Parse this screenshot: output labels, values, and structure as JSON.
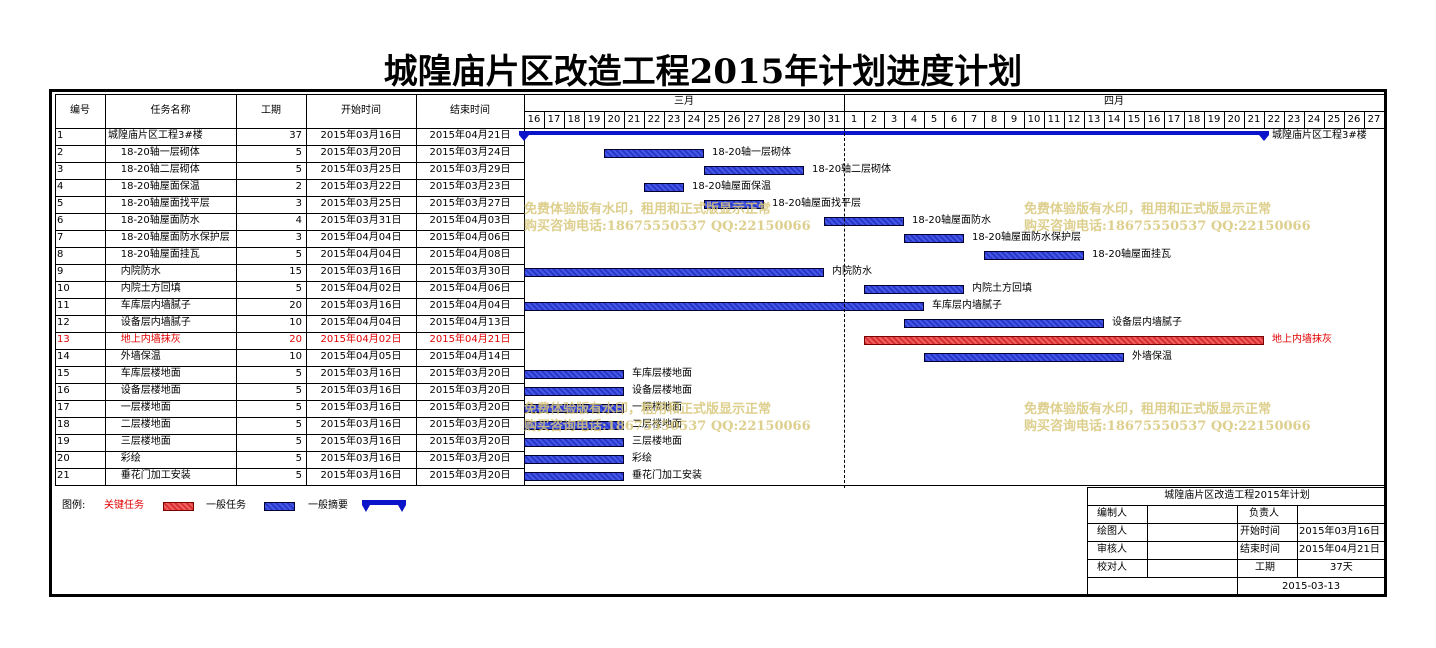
{
  "title": "城隍庙片区改造工程2015年计划",
  "title_suffix": "进度计划",
  "headers": {
    "no": "编号",
    "task": "任务名称",
    "dur": "工期",
    "start": "开始时间",
    "end": "结束时间"
  },
  "months": [
    "三月",
    "四月"
  ],
  "days": [
    "16",
    "17",
    "18",
    "19",
    "20",
    "21",
    "22",
    "23",
    "24",
    "25",
    "26",
    "27",
    "28",
    "29",
    "30",
    "31",
    "1",
    "2",
    "3",
    "4",
    "5",
    "6",
    "7",
    "8",
    "9",
    "10",
    "11",
    "12",
    "13",
    "14",
    "15",
    "16",
    "17",
    "18",
    "19",
    "20",
    "21",
    "22",
    "23",
    "24",
    "25",
    "26",
    "27"
  ],
  "tasks": [
    {
      "no": "1",
      "name": "城隍庙片区工程3#楼",
      "dur": "37",
      "start": "2015年03月16日",
      "end": "2015年04月21日",
      "s": 0,
      "d": 37,
      "type": "summary",
      "label": "城隍庙片区工程3#楼"
    },
    {
      "no": "2",
      "name": "  18-20轴一层砌体",
      "dur": "5",
      "start": "2015年03月20日",
      "end": "2015年03月24日",
      "s": 4,
      "d": 5,
      "type": "normal",
      "label": "18-20轴一层砌体"
    },
    {
      "no": "3",
      "name": "  18-20轴二层砌体",
      "dur": "5",
      "start": "2015年03月25日",
      "end": "2015年03月29日",
      "s": 9,
      "d": 5,
      "type": "normal",
      "label": "18-20轴二层砌体"
    },
    {
      "no": "4",
      "name": "  18-20轴屋面保温",
      "dur": "2",
      "start": "2015年03月22日",
      "end": "2015年03月23日",
      "s": 6,
      "d": 2,
      "type": "normal",
      "label": "18-20轴屋面保温"
    },
    {
      "no": "5",
      "name": "  18-20轴屋面找平层",
      "dur": "3",
      "start": "2015年03月25日",
      "end": "2015年03月27日",
      "s": 9,
      "d": 3,
      "type": "normal",
      "label": "18-20轴屋面找平层"
    },
    {
      "no": "6",
      "name": "  18-20轴屋面防水",
      "dur": "4",
      "start": "2015年03月31日",
      "end": "2015年04月03日",
      "s": 15,
      "d": 4,
      "type": "normal",
      "label": "18-20轴屋面防水"
    },
    {
      "no": "7",
      "name": "  18-20轴屋面防水保护层",
      "dur": "3",
      "start": "2015年04月04日",
      "end": "2015年04月06日",
      "s": 19,
      "d": 3,
      "type": "normal",
      "label": "18-20轴屋面防水保护层"
    },
    {
      "no": "8",
      "name": "  18-20轴屋面挂瓦",
      "dur": "5",
      "start": "2015年04月04日",
      "end": "2015年04月08日",
      "s": 23,
      "d": 5,
      "type": "normal",
      "label": "18-20轴屋面挂瓦"
    },
    {
      "no": "9",
      "name": "  内院防水",
      "dur": "15",
      "start": "2015年03月16日",
      "end": "2015年03月30日",
      "s": 0,
      "d": 15,
      "type": "normal",
      "label": "内院防水"
    },
    {
      "no": "10",
      "name": "  内院土方回填",
      "dur": "5",
      "start": "2015年04月02日",
      "end": "2015年04月06日",
      "s": 17,
      "d": 5,
      "type": "normal",
      "label": "内院土方回填"
    },
    {
      "no": "11",
      "name": "  车库层内墙腻子",
      "dur": "20",
      "start": "2015年03月16日",
      "end": "2015年04月04日",
      "s": 0,
      "d": 20,
      "type": "normal",
      "label": "车库层内墙腻子"
    },
    {
      "no": "12",
      "name": "  设备层内墙腻子",
      "dur": "10",
      "start": "2015年04月04日",
      "end": "2015年04月13日",
      "s": 19,
      "d": 10,
      "type": "normal",
      "label": "设备层内墙腻子"
    },
    {
      "no": "13",
      "name": "  地上内墙抹灰",
      "dur": "20",
      "start": "2015年04月02日",
      "end": "2015年04月21日",
      "s": 17,
      "d": 20,
      "type": "critical",
      "label": "地上内墙抹灰"
    },
    {
      "no": "14",
      "name": "  外墙保温",
      "dur": "10",
      "start": "2015年04月05日",
      "end": "2015年04月14日",
      "s": 20,
      "d": 10,
      "type": "normal",
      "label": "外墙保温"
    },
    {
      "no": "15",
      "name": "  车库层楼地面",
      "dur": "5",
      "start": "2015年03月16日",
      "end": "2015年03月20日",
      "s": 0,
      "d": 5,
      "type": "normal",
      "label": "车库层楼地面"
    },
    {
      "no": "16",
      "name": "  设备层楼地面",
      "dur": "5",
      "start": "2015年03月16日",
      "end": "2015年03月20日",
      "s": 0,
      "d": 5,
      "type": "normal",
      "label": "设备层楼地面"
    },
    {
      "no": "17",
      "name": "  一层楼地面",
      "dur": "5",
      "start": "2015年03月16日",
      "end": "2015年03月20日",
      "s": 0,
      "d": 5,
      "type": "normal",
      "label": "一层楼地面"
    },
    {
      "no": "18",
      "name": "  二层楼地面",
      "dur": "5",
      "start": "2015年03月16日",
      "end": "2015年03月20日",
      "s": 0,
      "d": 5,
      "type": "normal",
      "label": "二层楼地面"
    },
    {
      "no": "19",
      "name": "  三层楼地面",
      "dur": "5",
      "start": "2015年03月16日",
      "end": "2015年03月20日",
      "s": 0,
      "d": 5,
      "type": "normal",
      "label": "三层楼地面"
    },
    {
      "no": "20",
      "name": "  彩绘",
      "dur": "5",
      "start": "2015年03月16日",
      "end": "2015年03月20日",
      "s": 0,
      "d": 5,
      "type": "normal",
      "label": "彩绘"
    },
    {
      "no": "21",
      "name": "  垂花门加工安装",
      "dur": "5",
      "start": "2015年03月16日",
      "end": "2015年03月20日",
      "s": 0,
      "d": 5,
      "type": "normal",
      "label": "垂花门加工安装"
    }
  ],
  "legend": {
    "title": "图例:",
    "critical": "关键任务",
    "normal": "一般任务",
    "summary": "一般摘要"
  },
  "info": {
    "title": "城隍庙片区改造工程2015年计划",
    "editor_label": "编制人",
    "editor": "",
    "manager_label": "负责人",
    "manager": "",
    "drawer_label": "绘图人",
    "drawer": "",
    "start_label": "开始时间",
    "start": "2015年03月16日",
    "reviewer_label": "审核人",
    "reviewer": "",
    "end_label": "结束时间",
    "end": "2015年04月21日",
    "checker_label": "校对人",
    "checker": "",
    "dur_label": "工期",
    "dur": "37天",
    "date": "2015-03-13"
  },
  "watermark": {
    "line1": "免费体验版有水印，租用和正式版显示正常",
    "line2": "购买咨询电话:18675550537 QQ:22150066"
  },
  "colors": {
    "critical": "#d83030",
    "normal": "#2a36c8",
    "summary": "#0a14c8",
    "critical_text": "#e00000"
  }
}
